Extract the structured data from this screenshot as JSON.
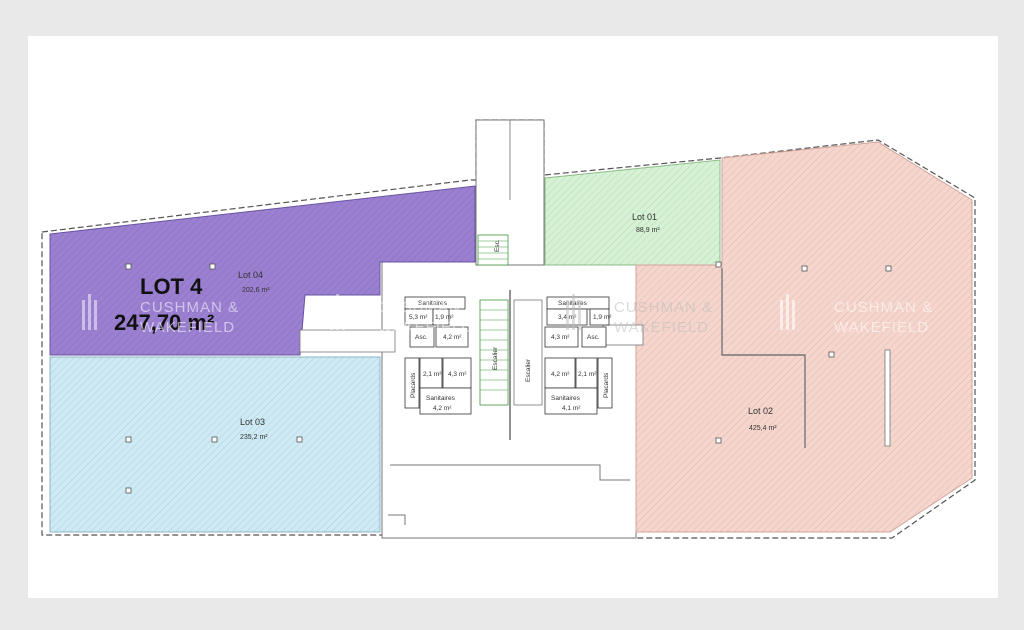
{
  "plan": {
    "highlight": {
      "title": "LOT 4",
      "area": "247,70 m²"
    },
    "lots": [
      {
        "id": "lot04",
        "name": "Lot 04",
        "area": "202,6 m²",
        "color": "#9b7fd1"
      },
      {
        "id": "lot03",
        "name": "Lot 03",
        "area": "235,2 m²",
        "color": "#cdeaf5"
      },
      {
        "id": "lot01",
        "name": "Lot 01",
        "area": "88,9 m²",
        "color": "#d6f2d4"
      },
      {
        "id": "lot02",
        "name": "Lot 02",
        "area": "425,4 m²",
        "color": "#f6d5cc"
      }
    ],
    "core_left": {
      "sanitaires_top": "Sanitaires",
      "room_a": "5,3 m²",
      "room_b": "1,9 m²",
      "room_c": "4,2 m²",
      "asc": "Asc.",
      "placards": "Placards",
      "room_d": "2,1 m²",
      "room_e": "4,3 m²",
      "sanitaires_bottom": "Sanitaires",
      "room_f": "4,2 m²",
      "escalier": "Escalier"
    },
    "core_right": {
      "sanitaires_top": "Sanitaires",
      "room_a": "3,4 m²",
      "room_b": "1,9 m²",
      "room_c": "4,3 m²",
      "asc": "Asc.",
      "escalier": "Escalier",
      "room_d": "4,2 m²",
      "room_e": "2,1 m²",
      "placards": "Placards",
      "sanitaires_bottom": "Sanitaires",
      "room_f": "4,1 m²"
    },
    "top_stair": "Esc.",
    "watermark": {
      "line1": "CUSHMAN &",
      "line2": "WAKEFIELD"
    }
  }
}
